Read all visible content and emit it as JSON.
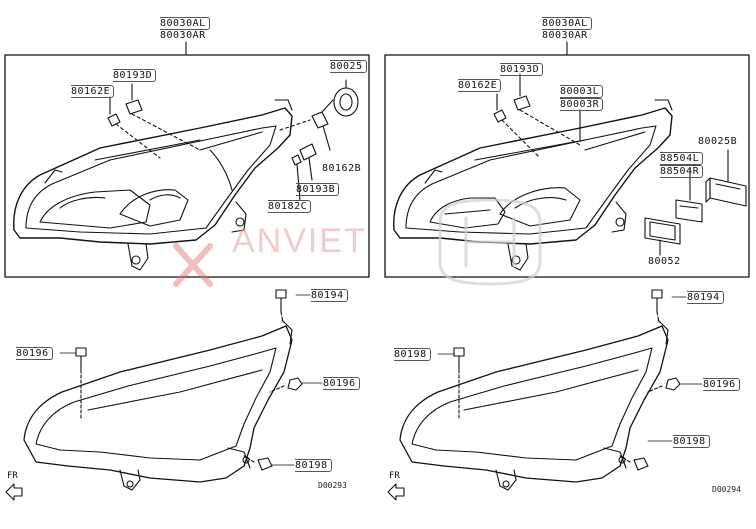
{
  "left_panel": {
    "assembly_labels": [
      "80030AL",
      "80030AR"
    ],
    "part_labels": {
      "p80025": "80025",
      "p80193D": "80193D",
      "p80162E": "80162E",
      "p80162B": "80162B",
      "p80193B": "80193B",
      "p80182C": "80182C"
    }
  },
  "right_panel": {
    "assembly_labels": [
      "80030AL",
      "80030AR"
    ],
    "part_labels": {
      "p80193D": "80193D",
      "p80162E": "80162E",
      "p80003L": "80003L",
      "p80003R": "80003R",
      "p80025B": "80025B",
      "p88504L": "88504L",
      "p88504R": "88504R",
      "p80052": "80052"
    }
  },
  "lower_left": {
    "labels": {
      "top": "80194",
      "left": "80196",
      "right": "80196",
      "bottom": "80198"
    },
    "fr": "FR",
    "figure_no": "D00293"
  },
  "lower_right": {
    "labels": {
      "top": "80194",
      "left": "80198",
      "right": "80196",
      "bottom": "80198"
    },
    "fr": "FR",
    "figure_no": "D00294"
  },
  "watermark": {
    "text": "ANVIET",
    "color": "#d94040"
  }
}
